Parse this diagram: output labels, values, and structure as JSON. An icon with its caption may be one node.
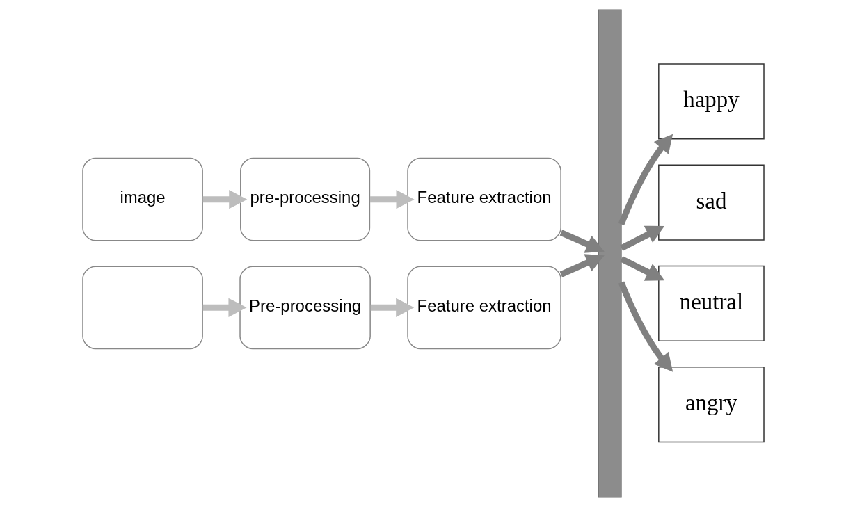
{
  "diagram": {
    "nodes": [
      {
        "text": [
          "image"
        ]
      },
      {
        "text": [
          "pre-processing"
        ]
      },
      {
        "text": [
          "Feature extraction"
        ]
      },
      {
        "text": [],
        "shape": "box"
      },
      {
        "text": [
          "Pre-processing"
        ]
      },
      {
        "text": [
          "Feature extraction"
        ]
      },
      {
        "text": [],
        "shape": "bar"
      },
      {
        "text": [
          "happy"
        ]
      },
      {
        "text": [
          "sad"
        ]
      },
      {
        "text": [
          "neutral"
        ]
      },
      {
        "text": [
          "angry"
        ]
      }
    ],
    "edges": [
      {
        "from": 0,
        "to": 1,
        "arrow": "to",
        "color": "#bdbdbd"
      },
      {
        "from": 1,
        "to": 2,
        "arrow": "to",
        "color": "#bdbdbd"
      },
      {
        "from": 3,
        "to": 4,
        "arrow": "to",
        "color": "#bdbdbd"
      },
      {
        "from": 4,
        "to": 5,
        "arrow": "to",
        "color": "#bdbdbd"
      },
      {
        "from": 2,
        "to": 6,
        "arrow": "to"
      },
      {
        "from": 5,
        "to": 6,
        "arrow": "to"
      },
      {
        "from": 6,
        "to": 7,
        "arrow": "to"
      },
      {
        "from": 6,
        "to": 8,
        "arrow": "to"
      },
      {
        "from": 6,
        "to": 9,
        "arrow": "to"
      },
      {
        "from": 6,
        "to": 10,
        "arrow": "to"
      }
    ]
  }
}
